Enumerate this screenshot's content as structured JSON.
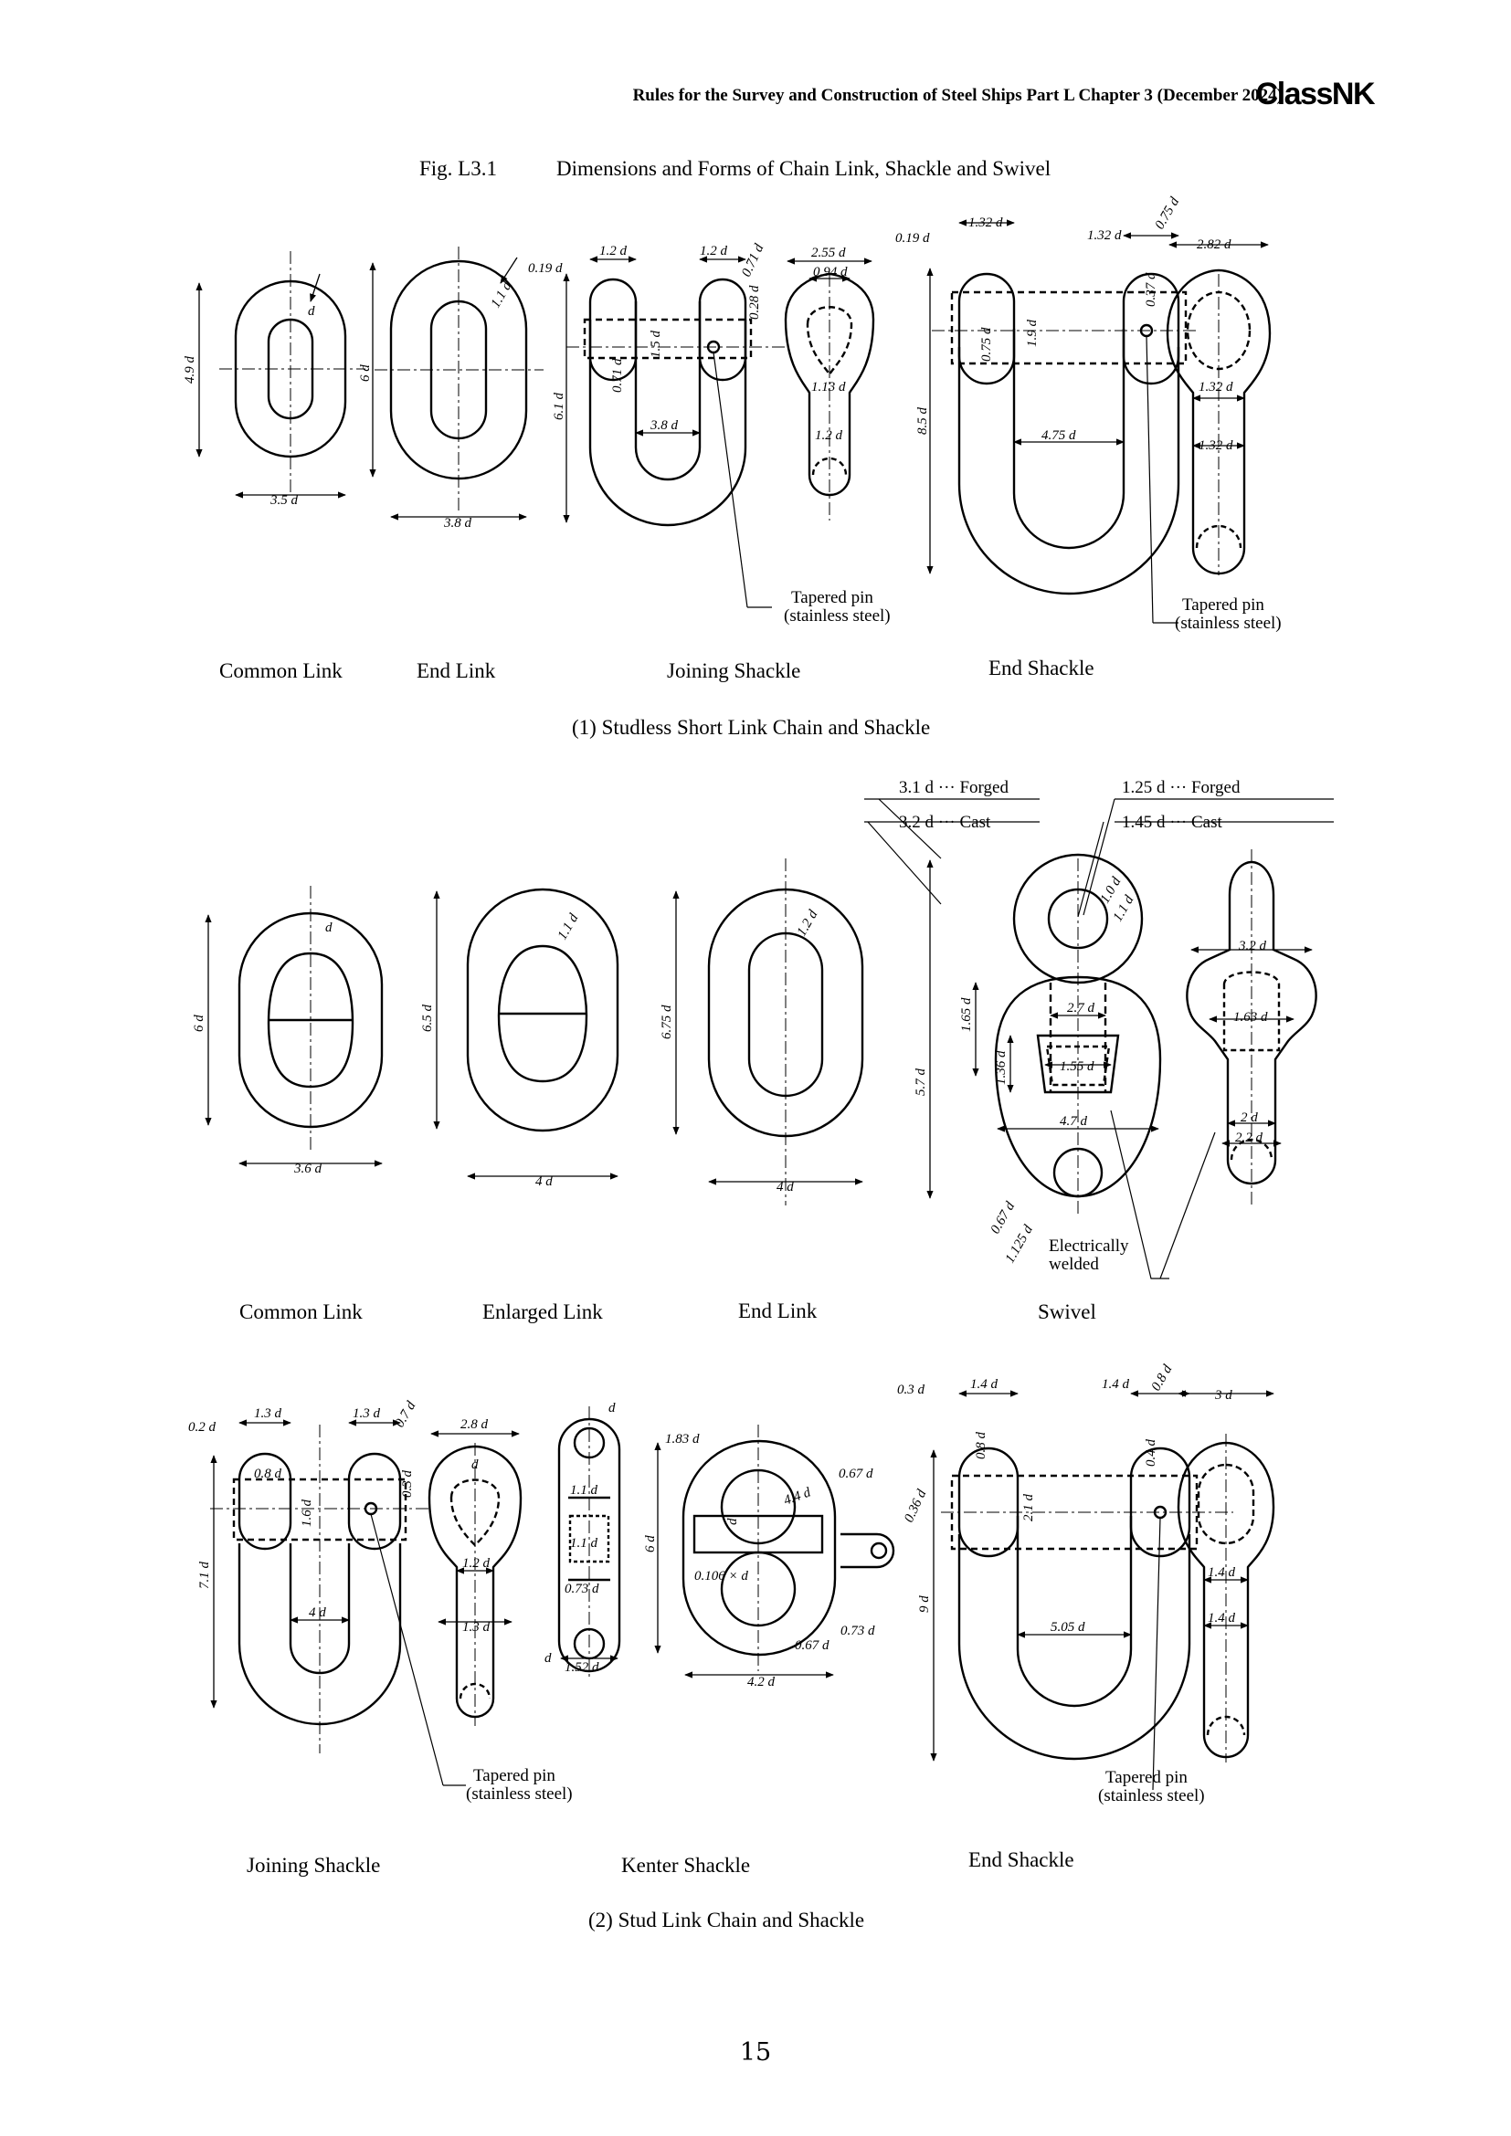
{
  "header": {
    "running_title": "Rules for the Survey and Construction of Steel Ships Part L Chapter 3 (December 2024)",
    "logo_text": "ClassNK"
  },
  "figure": {
    "number": "Fig. L3.1",
    "title": "Dimensions and Forms of Chain Link, Shackle and Swivel"
  },
  "section1": {
    "caption": "(1) Studless Short Link Chain and Shackle",
    "labels": [
      "Common Link",
      "End Link",
      "Joining Shackle",
      "End Shackle"
    ],
    "dims": {
      "cl_d": "d",
      "cl_h": "4.9 d",
      "cl_w": "3.5 d",
      "el_d": "1.1 d",
      "el_h": "6 d",
      "el_w": "3.8 d",
      "js_a": "0.19 d",
      "js_b": "1.2 d",
      "js_c": "1.2 d",
      "js_d": "0.71 d",
      "js_e": "2.55 d",
      "js_f": "0.94 d",
      "js_g": "0.28 d",
      "js_h": "1.5 d",
      "js_i": "0.71 d",
      "js_j": "6.1 d",
      "js_k": "3.8 d",
      "js_l": "1.13 d",
      "js_m": "1.2 d",
      "es_a": "0.19 d",
      "es_b": "1.32 d",
      "es_c": "1.32 d",
      "es_d": "0.75 d",
      "es_e": "2.82 d",
      "es_f": "0.37 d",
      "es_g": "0.75 d",
      "es_h": "1.9 d",
      "es_i": "8.5 d",
      "es_j": "4.75 d",
      "es_k": "1.32 d",
      "es_l": "1.32 d"
    },
    "pin_note_1": "Tapered pin",
    "pin_note_2": "(stainless steel)"
  },
  "section2": {
    "caption": "(2) Stud Link Chain and Shackle",
    "labels": [
      "Common Link",
      "Enlarged Link",
      "End Link",
      "Swivel",
      "Joining Shackle",
      "Kenter Shackle",
      "End Shackle"
    ],
    "swivel_notes": {
      "forged_a": "3.1 d ··· Forged",
      "cast_a": "3.2 d ··· Cast",
      "forged_b": "1.25 d ··· Forged",
      "cast_b": "1.45 d ··· Cast",
      "weld_1": "Electrically",
      "weld_2": "welded"
    },
    "dims": {
      "cl_d": "d",
      "cl_h": "6 d",
      "cl_w": "3.6 d",
      "enl_d": "1.1 d",
      "enl_h": "6.5 d",
      "enl_w": "4 d",
      "end_d": "1.2 d",
      "end_h": "6.75 d",
      "end_w": "4 d",
      "sw_a": "1.0 d",
      "sw_b": "1.1 d",
      "sw_c": "3.2 d",
      "sw_d": "1.65 d",
      "sw_e": "2.7 d",
      "sw_f": "1.63 d",
      "sw_g": "5.7 d",
      "sw_h": "1.36 d",
      "sw_i": "1.55 d",
      "sw_j": "4.7 d",
      "sw_k": "2 d",
      "sw_l": "2.2 d",
      "sw_m": "0.67 d",
      "sw_n": "1.125 d",
      "js_a": "0.2 d",
      "js_b": "1.3 d",
      "js_c": "1.3 d",
      "js_d": "0.7 d",
      "js_e": "2.8 d",
      "js_f": "0.8 d",
      "js_g": "0.3 d",
      "js_h": "1.6 d",
      "js_i": "d",
      "js_j": "7.1 d",
      "js_k": "4 d",
      "js_l": "1.2 d",
      "js_m": "1.3 d",
      "ks_a": "d",
      "ks_b": "1.1 d",
      "ks_c": "1.1 d",
      "ks_d": "0.73 d",
      "ks_e": "d",
      "ks_f": "1.52 d",
      "ks_g": "1.83 d",
      "ks_h": "6 d",
      "ks_i": "4.4 d",
      "ks_j": "0.67 d",
      "ks_k": "0.36 d",
      "ks_l": "0.106 × d",
      "ks_m": "d",
      "ks_n": "0.73 d",
      "ks_o": "0.67 d",
      "ks_p": "4.2 d",
      "es_a": "0.3 d",
      "es_b": "1.4 d",
      "es_c": "1.4 d",
      "es_d": "0.8 d",
      "es_e": "3 d",
      "es_f": "0.8 d",
      "es_g": "0.4 d",
      "es_h": "2.1 d",
      "es_i": "9 d",
      "es_j": "5.05 d",
      "es_k": "1.4 d",
      "es_l": "1.4 d"
    },
    "pin_note_1": "Tapered pin",
    "pin_note_2": "(stainless steel)"
  },
  "page_number": "15"
}
